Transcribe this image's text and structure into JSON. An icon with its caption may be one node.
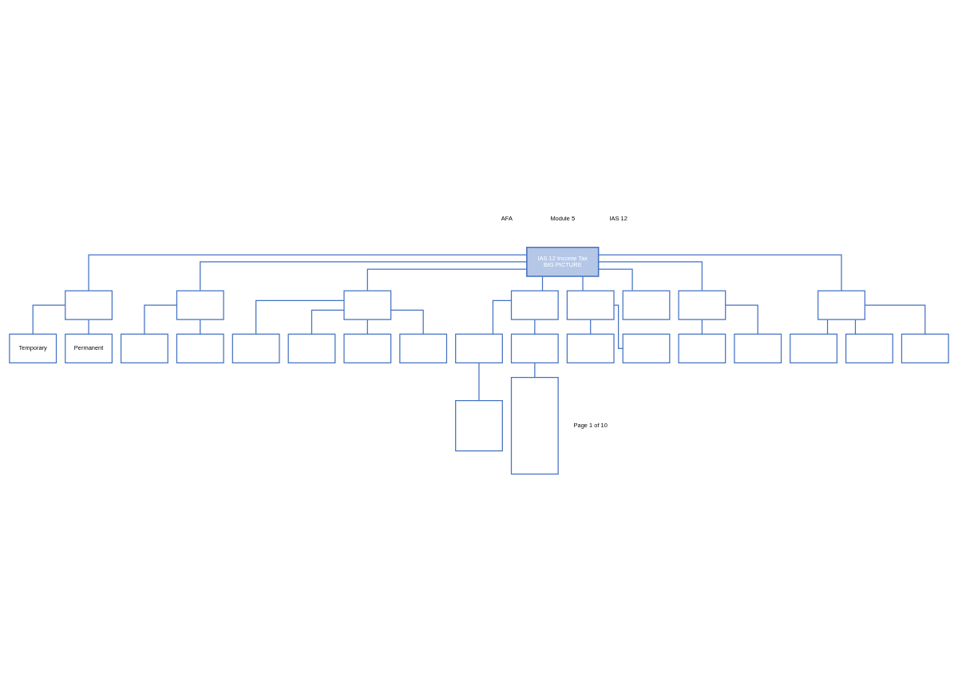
{
  "diagram": {
    "nodes": [
      {
        "text": [
          "IAS 12 Income Tax",
          "BIG PICTURE"
        ]
      },
      {
        "text": [],
        "shape": "box"
      },
      {
        "text": [],
        "shape": "box"
      },
      {
        "text": [],
        "shape": "box"
      },
      {
        "text": [],
        "shape": "box"
      },
      {
        "text": [],
        "shape": "box"
      },
      {
        "text": [],
        "shape": "box"
      },
      {
        "text": [],
        "shape": "box"
      },
      {
        "text": [],
        "shape": "box"
      },
      {
        "text": [
          "Temporary"
        ]
      },
      {
        "text": [
          "Permanent"
        ]
      },
      {
        "text": [],
        "shape": "box"
      },
      {
        "text": [],
        "shape": "box"
      },
      {
        "text": [],
        "shape": "box"
      },
      {
        "text": [],
        "shape": "box"
      },
      {
        "text": [],
        "shape": "box"
      },
      {
        "text": [],
        "shape": "box"
      },
      {
        "text": [],
        "shape": "box"
      },
      {
        "text": [],
        "shape": "box"
      },
      {
        "text": [],
        "shape": "box"
      },
      {
        "text": [],
        "shape": "box"
      },
      {
        "text": [],
        "shape": "box"
      },
      {
        "text": [],
        "shape": "box"
      },
      {
        "text": [],
        "shape": "box"
      },
      {
        "text": [],
        "shape": "box"
      },
      {
        "text": [],
        "shape": "box"
      },
      {
        "text": [],
        "shape": "box"
      },
      {
        "text": [],
        "shape": "box"
      }
    ],
    "edges": [
      {
        "from": 0,
        "to": 1,
        "arrow": "none"
      },
      {
        "from": 0,
        "to": 2,
        "arrow": "none"
      },
      {
        "from": 0,
        "to": 3,
        "arrow": "none"
      },
      {
        "from": 0,
        "to": 4,
        "arrow": "none"
      },
      {
        "from": 0,
        "to": 5,
        "arrow": "none"
      },
      {
        "from": 0,
        "to": 6,
        "arrow": "none"
      },
      {
        "from": 0,
        "to": 7,
        "arrow": "none"
      },
      {
        "from": 0,
        "to": 8,
        "arrow": "none"
      },
      {
        "from": 1,
        "to": 9,
        "arrow": "none"
      },
      {
        "from": 1,
        "to": 10,
        "arrow": "none"
      },
      {
        "from": 2,
        "to": 11,
        "arrow": "none"
      },
      {
        "from": 2,
        "to": 12,
        "arrow": "none"
      },
      {
        "from": 3,
        "to": 13,
        "arrow": "none"
      },
      {
        "from": 3,
        "to": 14,
        "arrow": "none"
      },
      {
        "from": 3,
        "to": 15,
        "arrow": "none"
      },
      {
        "from": 3,
        "to": 16,
        "arrow": "none"
      },
      {
        "from": 4,
        "to": 17,
        "arrow": "none"
      },
      {
        "from": 4,
        "to": 18,
        "arrow": "none"
      },
      {
        "from": 17,
        "to": 19,
        "arrow": "none"
      },
      {
        "from": 18,
        "to": 20,
        "arrow": "none"
      },
      {
        "from": 5,
        "to": 21,
        "arrow": "none"
      },
      {
        "from": 5,
        "to": 22,
        "arrow": "none"
      },
      {
        "from": 7,
        "to": 23,
        "arrow": "none"
      },
      {
        "from": 7,
        "to": 24,
        "arrow": "none"
      },
      {
        "from": 8,
        "to": 25,
        "arrow": "none"
      },
      {
        "from": 8,
        "to": 26,
        "arrow": "none"
      },
      {
        "from": 8,
        "to": 27,
        "arrow": "none"
      }
    ],
    "labels": [
      "AFA",
      "Module 5",
      "IAS 12",
      "Page 1 of 10"
    ]
  }
}
